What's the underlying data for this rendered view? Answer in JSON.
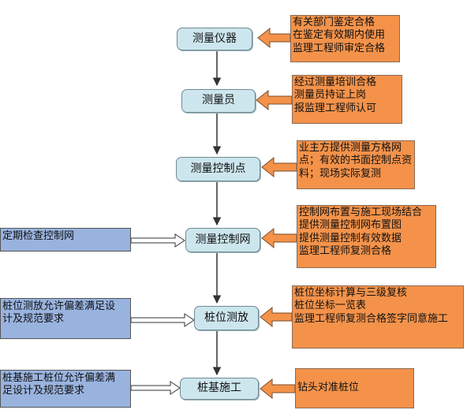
{
  "steps": [
    {
      "label": "测量仪器"
    },
    {
      "label": "测量员"
    },
    {
      "label": "测量控制点"
    },
    {
      "label": "测量控制网"
    },
    {
      "label": "桩位测放"
    },
    {
      "label": "桩基施工"
    }
  ],
  "notes": [
    {
      "text": "有关部门鉴定合格\n在鉴定有效期内使用\n监理工程师审定合格"
    },
    {
      "text": "经过测量培训合格\n测量员持证上岗\n报监理工程师认可"
    },
    {
      "text": "业主方提供测量方格网\n点；有效的书面控制点资\n料；现场实际复测"
    },
    {
      "text": "控制网布置与施工现场结合\n提供测量控制网布置图\n提供测量控制有效数据\n监理工程师复测合格"
    },
    {
      "text": "桩位坐标计算与三级复核\n桩位坐标一览表\n监理工程师复测合格签字同意施工"
    },
    {
      "text": "钻头对准桩位"
    }
  ],
  "left_notes": [
    {
      "text": "定期检查控制网"
    },
    {
      "text": "桩位测放允许偏差满足设\n计及规范要求"
    },
    {
      "text": "桩基施工桩位允许偏差满\n足设计及规范要求"
    }
  ],
  "colors": {
    "step_fill": "#cde6ee",
    "note_fill": "#f4924a",
    "left_fill": "#99b3df"
  }
}
